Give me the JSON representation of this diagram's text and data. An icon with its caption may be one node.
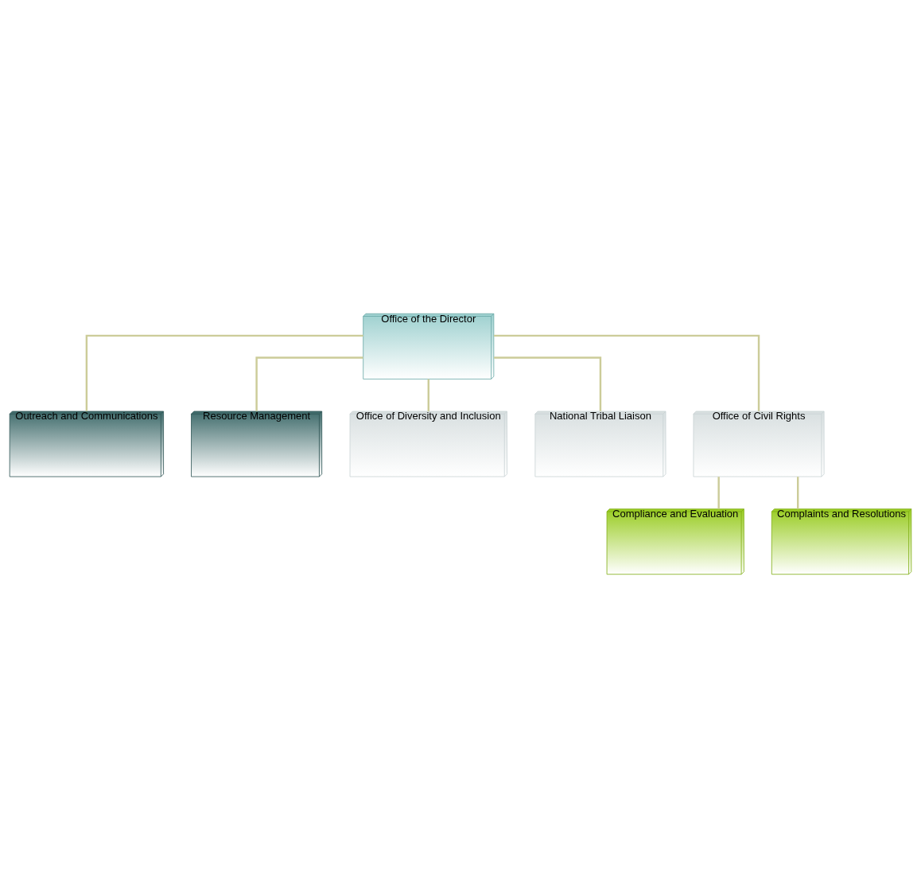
{
  "diagram": {
    "nodes": [
      {
        "text": [
          "Office of the Director"
        ]
      },
      {
        "text": [
          "Outreach and Communications"
        ]
      },
      {
        "text": [
          "Resource Management"
        ]
      },
      {
        "text": [
          "Office of Diversity and Inclusion"
        ]
      },
      {
        "text": [
          "National Tribal Liaison"
        ]
      },
      {
        "text": [
          "Office of Civil Rights"
        ]
      },
      {
        "text": [
          "Compliance and Evaluation"
        ]
      },
      {
        "text": [
          "Complaints and Resolutions"
        ]
      }
    ],
    "edges": [
      {
        "from": 0,
        "to": 1,
        "arrow": "none"
      },
      {
        "from": 0,
        "to": 2,
        "arrow": "none"
      },
      {
        "from": 0,
        "to": 3,
        "arrow": "none"
      },
      {
        "from": 0,
        "to": 4,
        "arrow": "none"
      },
      {
        "from": 0,
        "to": 5,
        "arrow": "none"
      },
      {
        "from": 5,
        "to": 6,
        "arrow": "none"
      },
      {
        "from": 5,
        "to": 7,
        "arrow": "none"
      }
    ]
  }
}
